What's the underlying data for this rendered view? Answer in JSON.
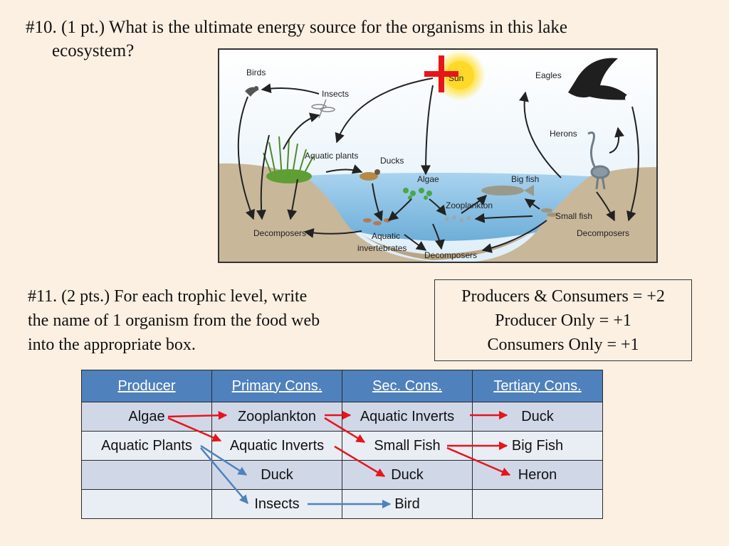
{
  "question10": {
    "line1": "#10. (1 pt.)  What is the ultimate energy source for the organisms in this lake",
    "line2": "ecosystem?"
  },
  "diagram": {
    "labels": {
      "birds": "Birds",
      "insects": "Insects",
      "sun": "Sun",
      "eagles": "Eagles",
      "herons": "Herons",
      "aquatic_plants": "Aquatic plants",
      "ducks": "Ducks",
      "algae": "Algae",
      "big_fish": "Big fish",
      "zooplankton": "Zooplankton",
      "small_fish": "Small fish",
      "decomposers_left": "Decomposers",
      "aquatic_inv_1": "Aquatic",
      "aquatic_inv_2": "invertebrates",
      "decomposers_center": "Decomposers",
      "decomposers_right": "Decomposers"
    },
    "mark_color": "#e8141c"
  },
  "question11": {
    "line1": "#11. (2 pts.)   For each trophic level, write",
    "line2": "the name of 1 organism from the food web",
    "line3": "into the appropriate box."
  },
  "scoring": {
    "line1": "Producers & Consumers = +2",
    "line2": "Producer Only = +1",
    "line3": "Consumers Only = +1"
  },
  "table": {
    "headers": [
      "Producer",
      "Primary Cons.",
      "Sec. Cons.",
      "Tertiary Cons."
    ],
    "rows": [
      [
        "Algae",
        "Zooplankton",
        "Aquatic Inverts",
        "Duck"
      ],
      [
        "Aquatic Plants",
        "Aquatic Inverts",
        "Small Fish",
        "Big Fish"
      ],
      [
        "",
        "Duck",
        "Duck",
        "Heron"
      ],
      [
        "",
        "Insects",
        "Bird",
        ""
      ]
    ],
    "header_color": "#4f81bd"
  },
  "arrow_colors": {
    "red": "#e8141c",
    "blue": "#4f81bd"
  }
}
